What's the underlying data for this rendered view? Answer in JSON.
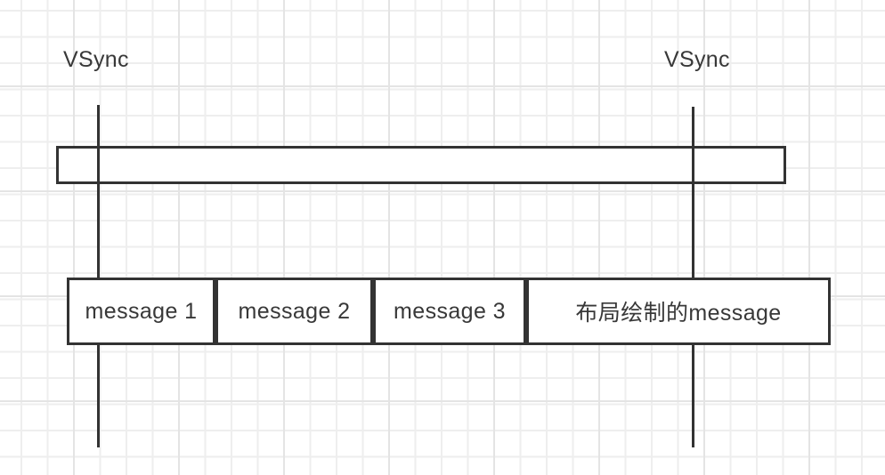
{
  "labels": {
    "vsync_left": "VSync",
    "vsync_right": "VSync"
  },
  "messages": [
    {
      "label": "message 1"
    },
    {
      "label": "message 2"
    },
    {
      "label": "message 3"
    },
    {
      "label": "布局绘制的message"
    }
  ],
  "colors": {
    "stroke": "#333333",
    "text": "#383838",
    "background": "#ffffff",
    "shape_fill": "#ffffff",
    "grid_minor": "#eeeeee",
    "grid_major": "#e4e4e4"
  }
}
